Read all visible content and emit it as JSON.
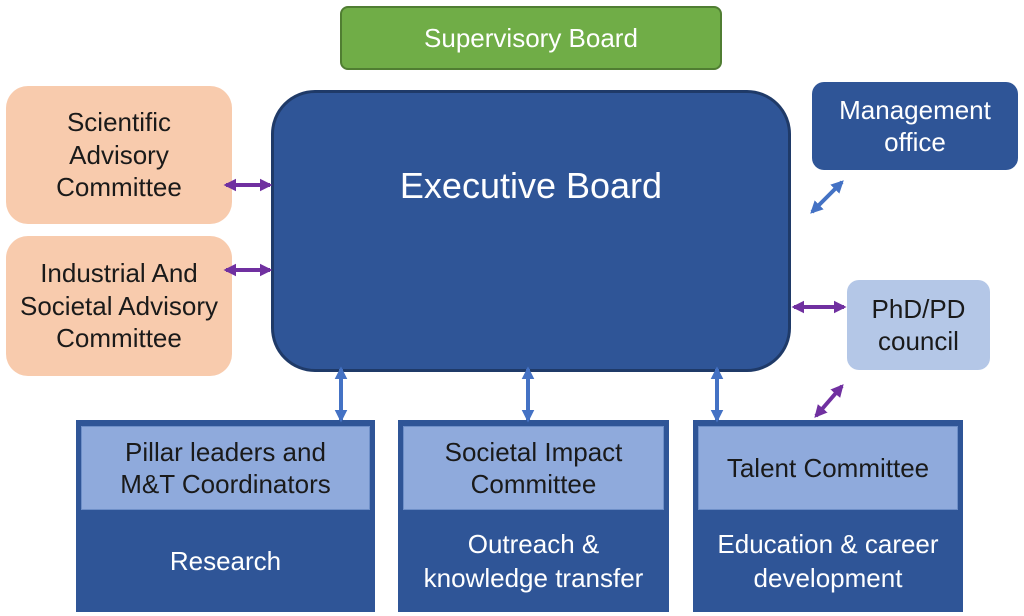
{
  "supervisory_board": "Supervisory Board",
  "executive_board": "Executive Board",
  "scientific_advisory": [
    "Scientific",
    "Advisory",
    "Committee"
  ],
  "industrial_advisory": [
    "Industrial And",
    "Societal Advisory",
    "Committee"
  ],
  "management_office": [
    "Management",
    "office"
  ],
  "phd_council": [
    "PhD/PD",
    "council"
  ],
  "panels": [
    {
      "head": [
        "Pillar leaders and",
        "M&T Coordinators"
      ],
      "body": [
        "Research"
      ]
    },
    {
      "head": [
        "Societal Impact",
        "Committee"
      ],
      "body": [
        "Outreach &",
        "knowledge transfer"
      ]
    },
    {
      "head": [
        "Talent Committee"
      ],
      "body": [
        "Education & career",
        "development"
      ]
    }
  ],
  "colors": {
    "purple_arrow": "#7030a0",
    "blue_arrow": "#4472c4",
    "green": "#70ad47",
    "dark_blue": "#2f5597",
    "light_blue": "#b4c7e7",
    "mid_blue": "#8faadc",
    "peach": "#f8cbad"
  }
}
